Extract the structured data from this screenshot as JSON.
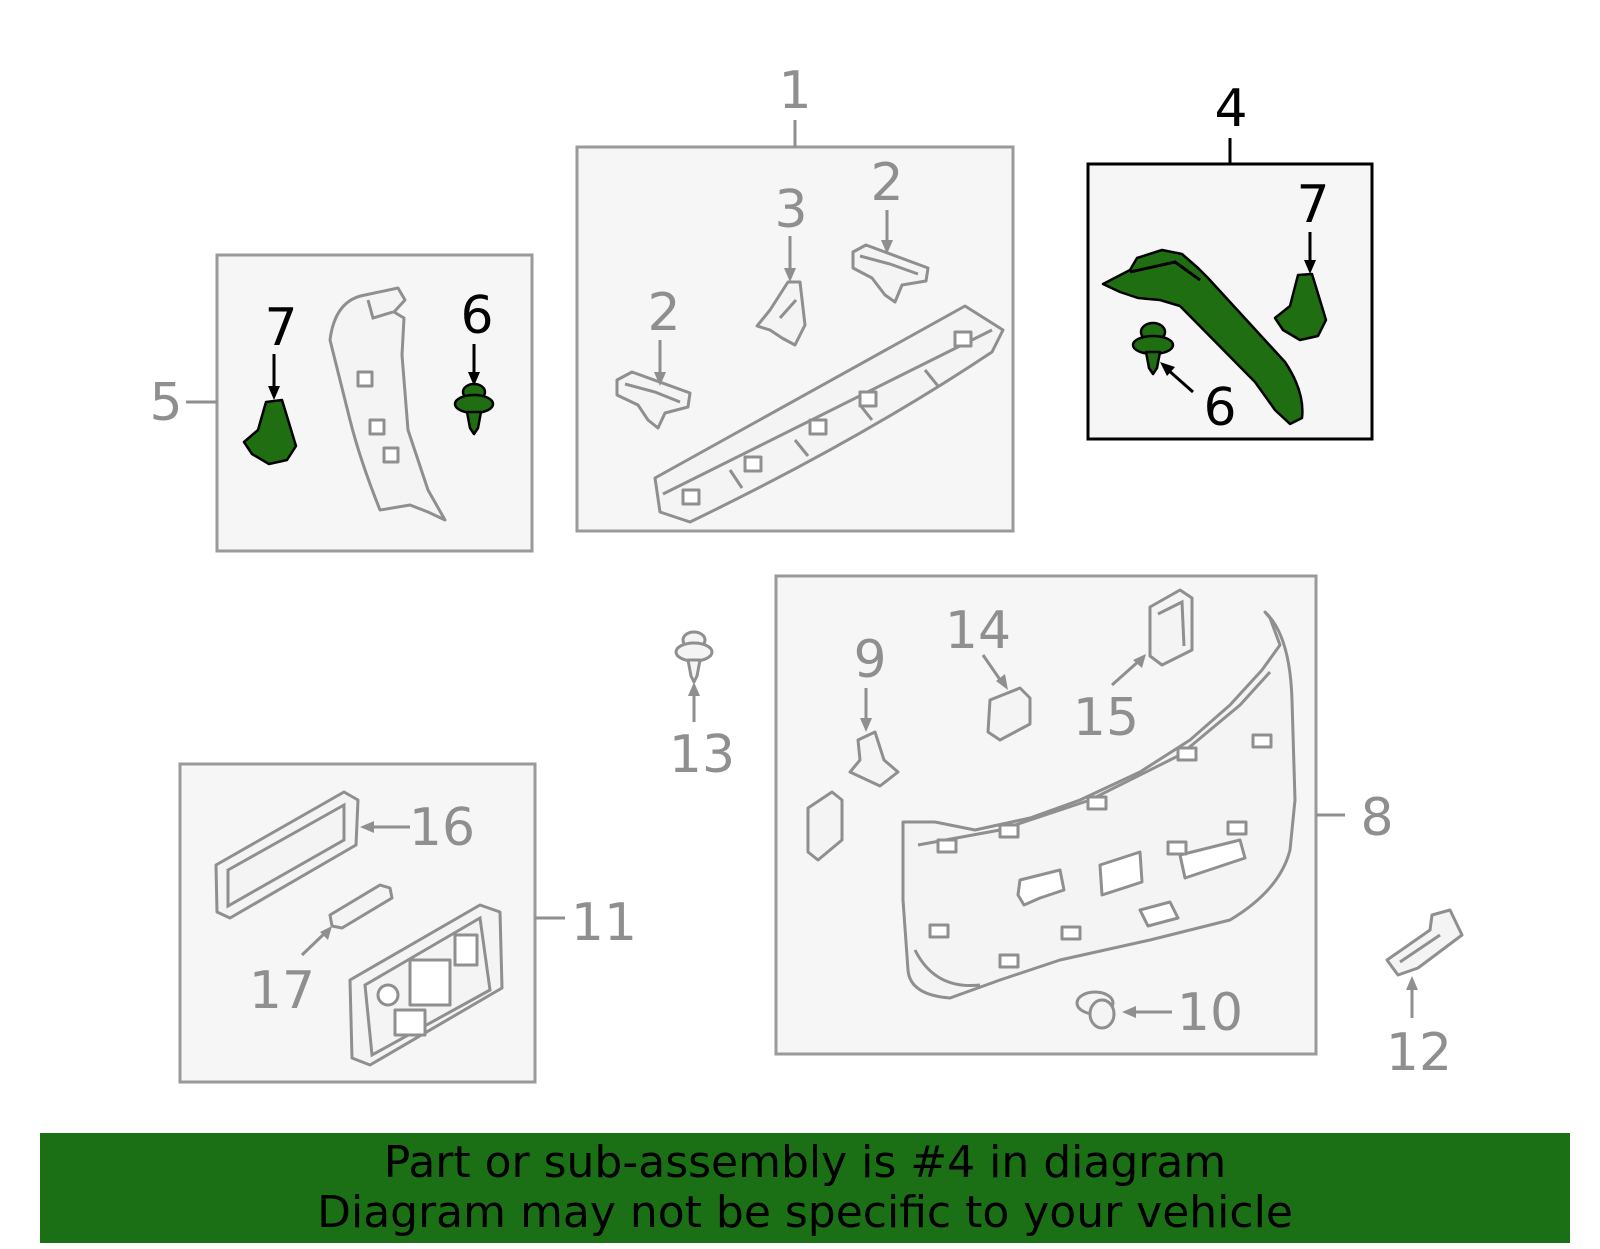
{
  "callouts": [
    {
      "id": "c1",
      "text": "1",
      "highlight": false
    },
    {
      "id": "c2a",
      "text": "2",
      "highlight": false
    },
    {
      "id": "c2b",
      "text": "2",
      "highlight": false
    },
    {
      "id": "c3",
      "text": "3",
      "highlight": false
    },
    {
      "id": "c4",
      "text": "4",
      "highlight": true
    },
    {
      "id": "c5",
      "text": "5",
      "highlight": false
    },
    {
      "id": "c6a",
      "text": "6",
      "highlight": true
    },
    {
      "id": "c6b",
      "text": "6",
      "highlight": true
    },
    {
      "id": "c7a",
      "text": "7",
      "highlight": true
    },
    {
      "id": "c7b",
      "text": "7",
      "highlight": true
    },
    {
      "id": "c8",
      "text": "8",
      "highlight": false
    },
    {
      "id": "c9",
      "text": "9",
      "highlight": false
    },
    {
      "id": "c10",
      "text": "10",
      "highlight": false
    },
    {
      "id": "c11",
      "text": "11",
      "highlight": false
    },
    {
      "id": "c12",
      "text": "12",
      "highlight": false
    },
    {
      "id": "c13",
      "text": "13",
      "highlight": false
    },
    {
      "id": "c14",
      "text": "14",
      "highlight": false
    },
    {
      "id": "c15",
      "text": "15",
      "highlight": false
    },
    {
      "id": "c16",
      "text": "16",
      "highlight": false
    },
    {
      "id": "c17",
      "text": "17",
      "highlight": false
    }
  ],
  "banner": {
    "line1": "Part or sub-assembly is #4 in diagram",
    "line2": "Diagram may not be specific to your vehicle"
  },
  "colors": {
    "highlight": "#1f6e12",
    "banner": "#1b6f14",
    "part_line": "#8f8f8f"
  }
}
